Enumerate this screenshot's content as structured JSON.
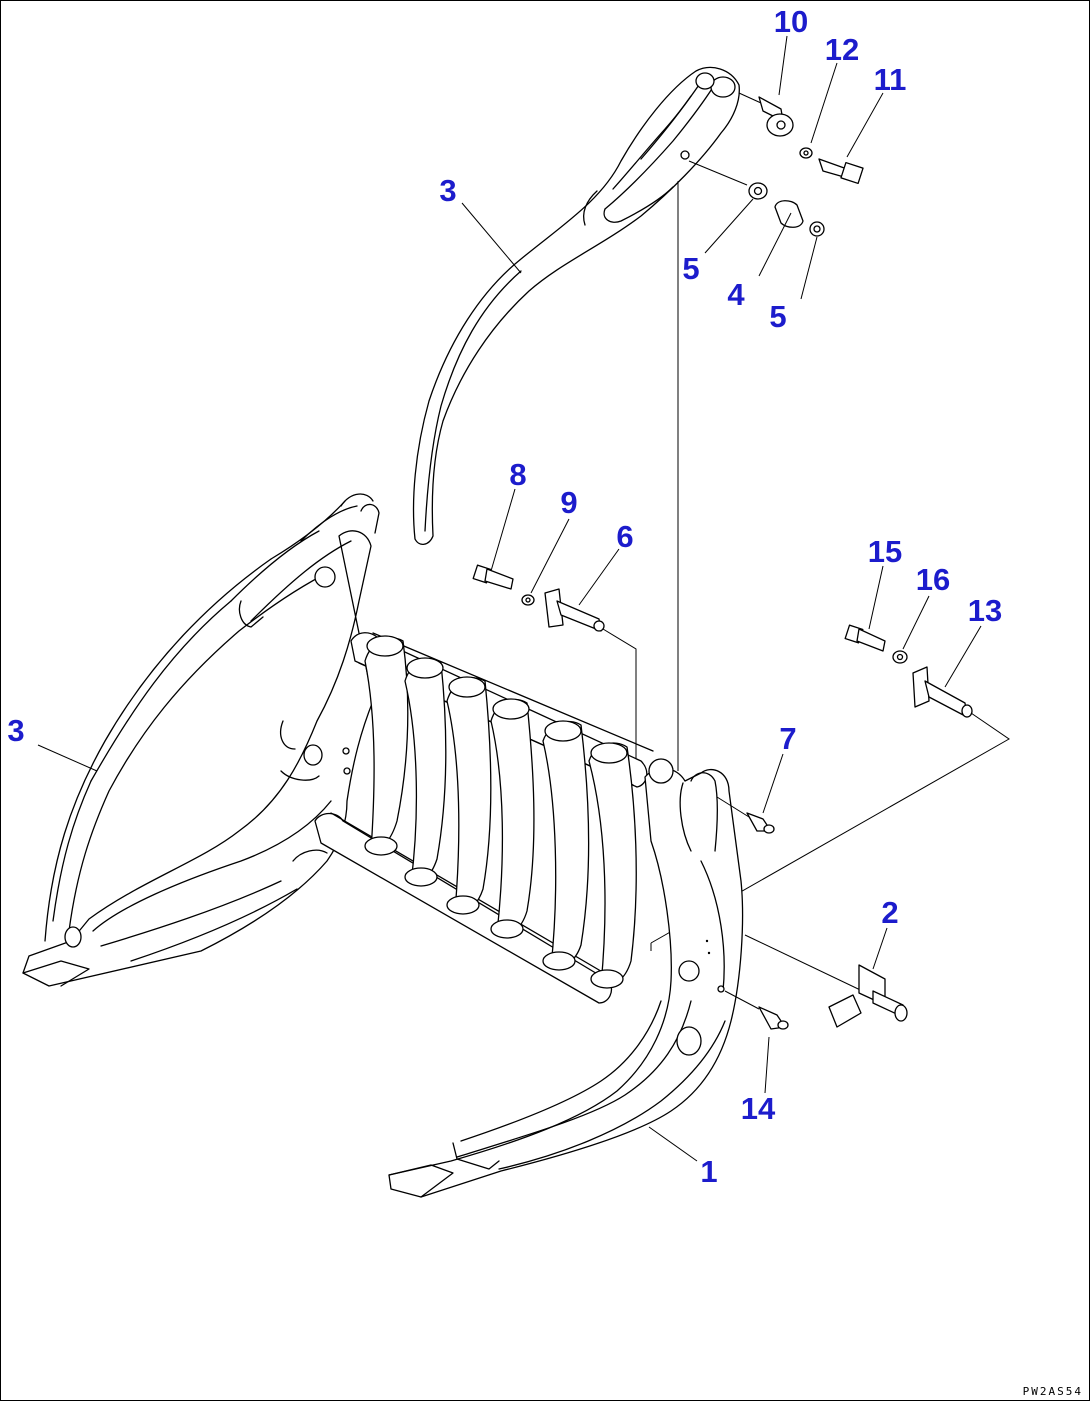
{
  "figure_code": "PW2AS54",
  "callouts": [
    {
      "number": "1"
    },
    {
      "number": "2"
    },
    {
      "number": "3"
    },
    {
      "number": "3"
    },
    {
      "number": "4"
    },
    {
      "number": "5"
    },
    {
      "number": "5"
    },
    {
      "number": "6"
    },
    {
      "number": "7"
    },
    {
      "number": "8"
    },
    {
      "number": "9"
    },
    {
      "number": "10"
    },
    {
      "number": "11"
    },
    {
      "number": "12"
    },
    {
      "number": "13"
    },
    {
      "number": "14"
    },
    {
      "number": "15"
    },
    {
      "number": "16"
    }
  ],
  "colors": {
    "label": "#1c1ccc",
    "line": "#000000",
    "background": "#ffffff"
  }
}
